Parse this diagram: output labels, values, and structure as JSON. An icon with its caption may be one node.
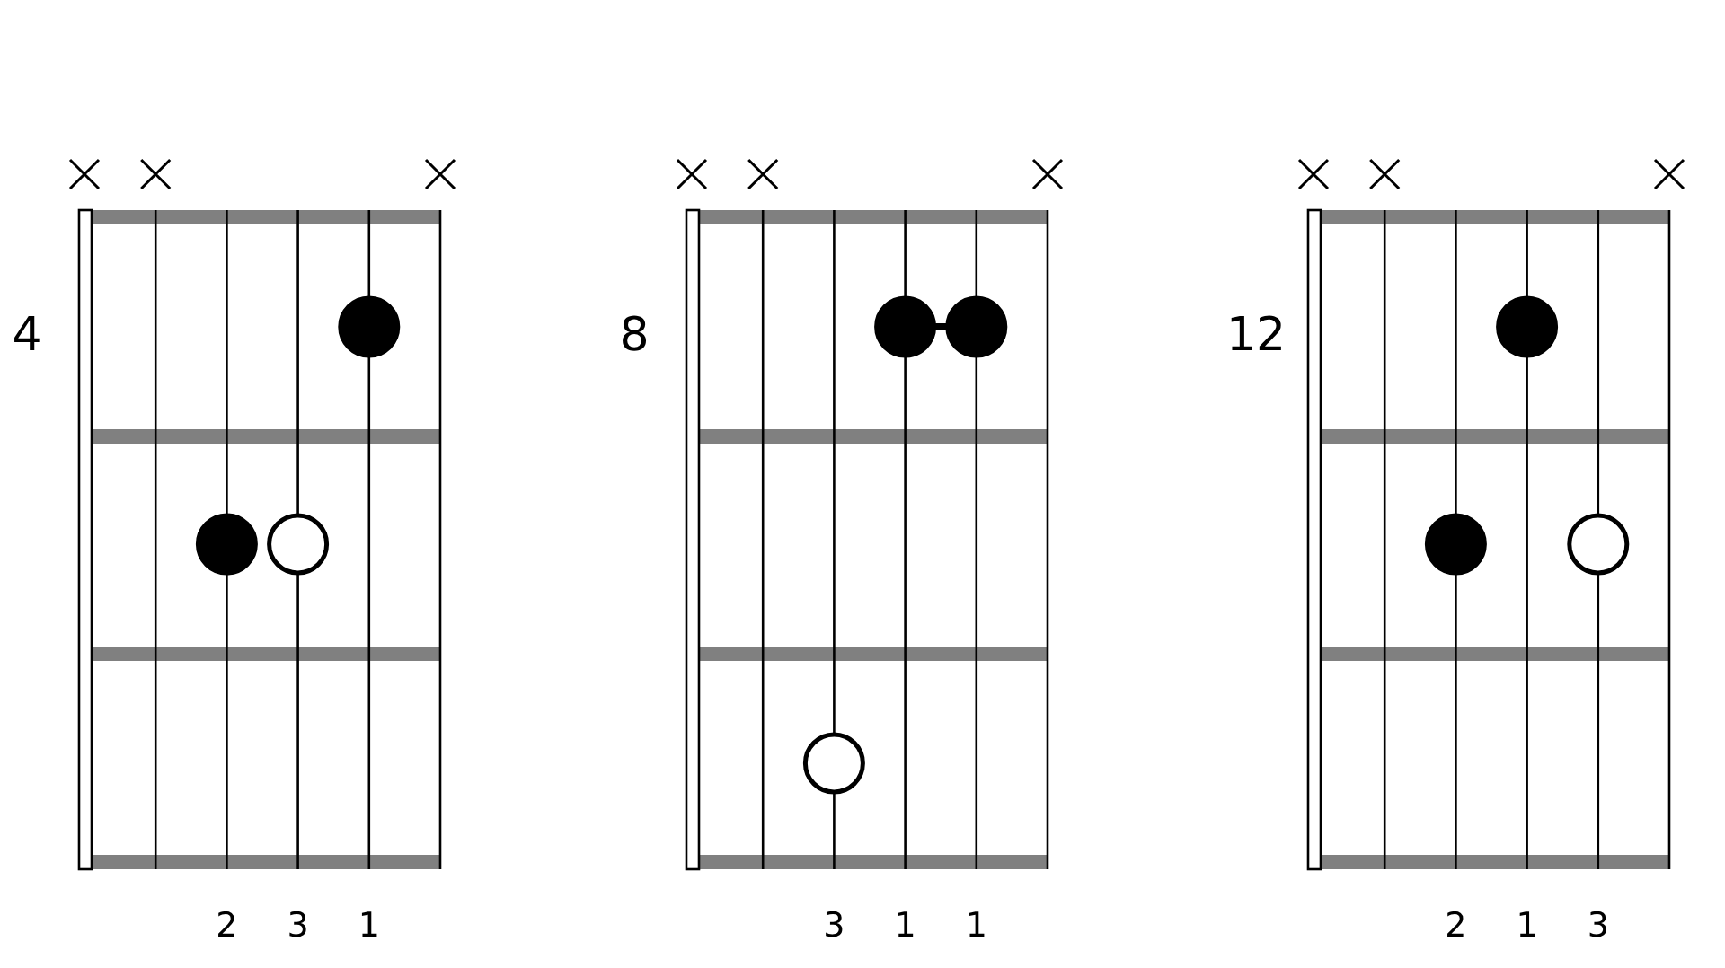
{
  "diagram": {
    "labels": [
      "4",
      "8",
      "12",
      "2",
      "3",
      "1",
      "3",
      "1",
      "1",
      "2",
      "1",
      "3"
    ]
  }
}
